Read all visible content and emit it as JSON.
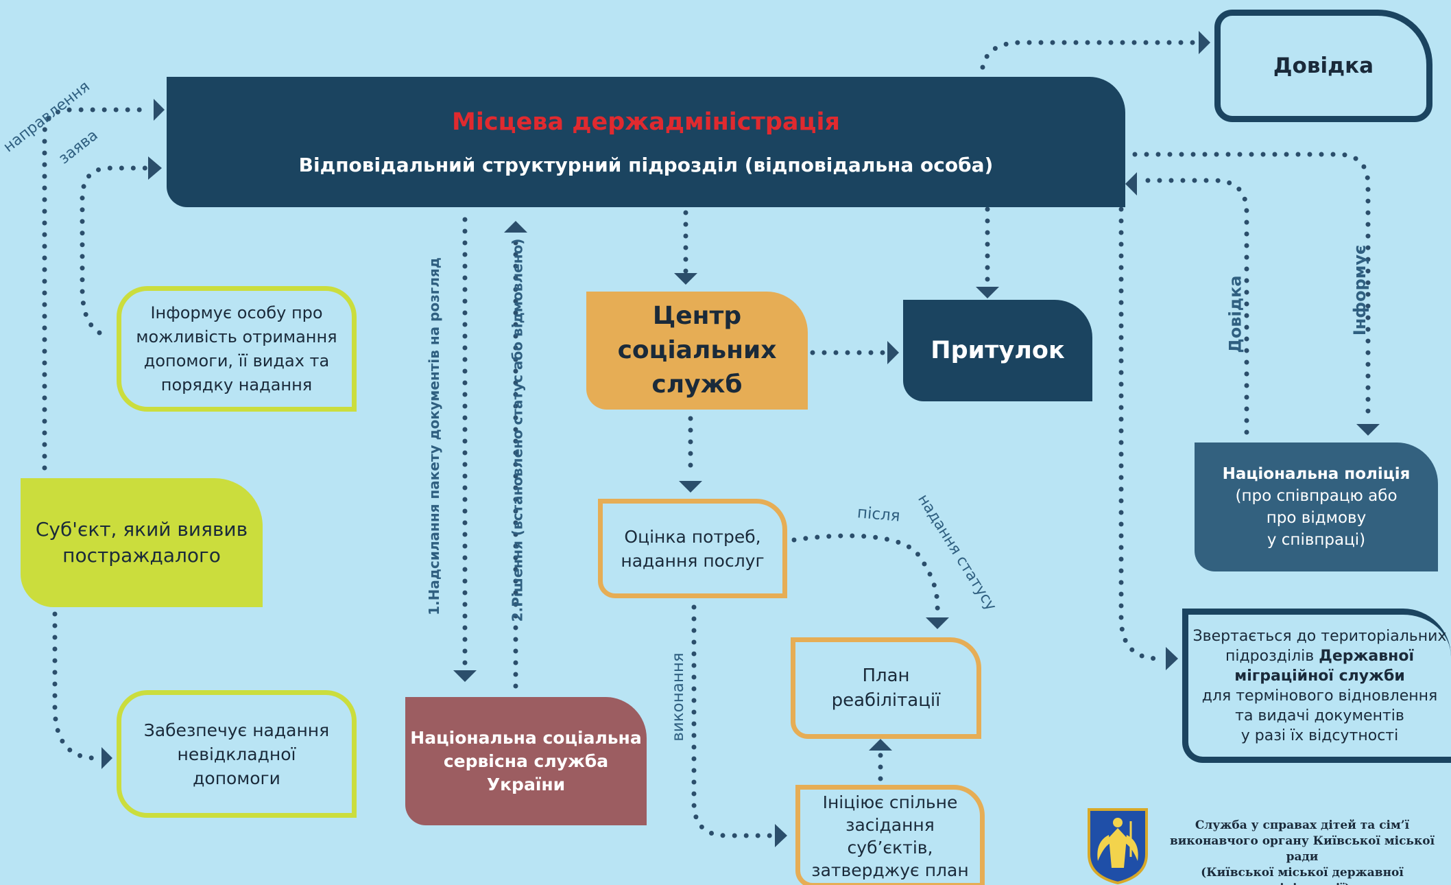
{
  "main": {
    "title": "Місцева держадміністрація",
    "subtitle": "Відповідальний структурний підрозділ (відповідальна особа)"
  },
  "boxes": {
    "dovidka": "Довідка",
    "center": [
      "Центр",
      "соціальних",
      "служб"
    ],
    "shelter": "Притулок",
    "informs": [
      "Інформує особу про",
      "можливість отримання",
      "допомоги, її видах та",
      "порядку надання"
    ],
    "subject": [
      "Суб'єкт, який виявив",
      "постраждалого"
    ],
    "urgent": [
      "Забезпечує надання",
      "невідкладної",
      "допомоги"
    ],
    "nsss": [
      "Національна соціальна",
      "сервісна служба",
      "України"
    ],
    "needs": [
      "Оцінка потреб,",
      "надання послуг"
    ],
    "plan": [
      "План",
      "реабілітації"
    ],
    "meeting": [
      "Ініціює спільне",
      "засідання суб’єктів,",
      "затверджує план"
    ],
    "police_title": "Національна поліція",
    "police_lines": [
      "(про співпрацю або",
      "про відмову",
      "у співпраці)"
    ],
    "migration": {
      "line1": "Звертається до територіальних",
      "line2a": "підрозділів ",
      "line2b": "Державної",
      "line3": "міграційної служби",
      "line4": "для термінового відновлення",
      "line5": "та видачі документів",
      "line6": "у разі їх відсутності"
    }
  },
  "labels": {
    "napravlennia": "направлення",
    "zaiava": "заява",
    "send": "1.Надсилання пакету документів на розгляд",
    "decision": "2.Рішення (встановлено статус або відмовлено)",
    "vykonannia": "виконання",
    "pislia": "після",
    "nadannia": "надання статусу",
    "dovidka_side": "Довідка",
    "informuie": "Інформує"
  },
  "footer": {
    "lines": [
      "Служба у справах дітей та сім’ї",
      "виконавчого органу Київської міської ради",
      "(Київської міської державної адміністрації)"
    ],
    "emblem": "kyiv-coat-of-arms"
  },
  "colors": {
    "background": "#b9e4f4",
    "dark_navy": "#1b4460",
    "title_red": "#e02a2f",
    "lime": "#cbdd3d",
    "orange": "#e6ad55",
    "maroon": "#9c5d61",
    "steel_blue": "#33617f",
    "dotted": "#2b4e6b"
  }
}
